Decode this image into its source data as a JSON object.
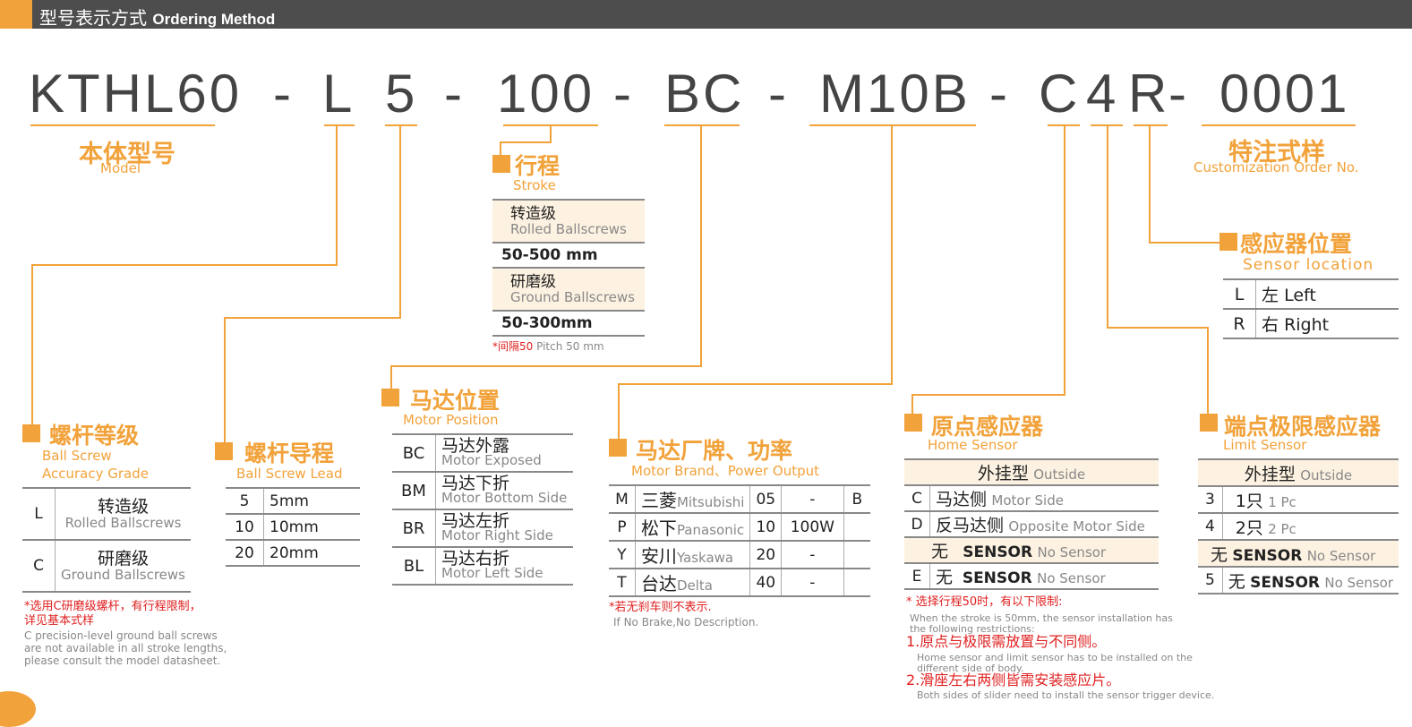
{
  "header": {
    "title_cn": "型号表示方式",
    "title_en": "Ordering Method"
  },
  "code": {
    "model": "KTHL60",
    "d1": "-",
    "grade": "L",
    "lead": "5",
    "d2": "-",
    "stroke": "100",
    "d3": "-",
    "pos": "BC",
    "d4": "-",
    "motor": "M10B",
    "d5": "-",
    "home": "C",
    "limit": "4",
    "sensor": "R",
    "d6": "-",
    "custom": "0001"
  },
  "model": {
    "cn": "本体型号",
    "en": "Model"
  },
  "custom": {
    "cn": "特注式样",
    "en": "Customization Order No."
  },
  "stroke": {
    "cn": "行程",
    "en": "Stroke",
    "rows": [
      {
        "cn": "转造级",
        "en": "Rolled Ballscrews"
      },
      {
        "val": "50-500 mm"
      },
      {
        "cn": "研磨级",
        "en": "Ground Ballscrews"
      },
      {
        "val": "50-300mm"
      }
    ],
    "note_red": "*间隔50",
    "note_en": "Pitch 50 mm"
  },
  "sensorloc": {
    "cn": "感应器位置",
    "en": "Sensor location",
    "rows": [
      {
        "code": "L",
        "cn": "左",
        "en": "Left"
      },
      {
        "code": "R",
        "cn": "右",
        "en": "Right"
      }
    ]
  },
  "grade": {
    "cn": "螺杆等级",
    "en1": "Ball Screw",
    "en2": "Accuracy Grade",
    "rows": [
      {
        "code": "L",
        "cn": "转造级",
        "en": "Rolled Ballscrews"
      },
      {
        "code": "C",
        "cn": "研磨级",
        "en": "Ground Ballscrews"
      }
    ],
    "note_red1": "*选用C研磨级螺杆，有行程限制，",
    "note_red2": "详见基本式样",
    "note1": "C precision-level ground ball screws",
    "note2": "are not available in all stroke lengths,",
    "note3": "please consult the model datasheet."
  },
  "lead": {
    "cn": "螺杆导程",
    "en": "Ball Screw Lead",
    "rows": [
      {
        "code": "5",
        "val": "5mm"
      },
      {
        "code": "10",
        "val": "10mm"
      },
      {
        "code": "20",
        "val": "20mm"
      }
    ]
  },
  "pos": {
    "cn": "马达位置",
    "en": "Motor Position",
    "rows": [
      {
        "code": "BC",
        "cn": "马达外露",
        "en": "Motor Exposed"
      },
      {
        "code": "BM",
        "cn": "马达下折",
        "en": "Motor Bottom Side"
      },
      {
        "code": "BR",
        "cn": "马达左折",
        "en": "Motor Right Side"
      },
      {
        "code": "BL",
        "cn": "马达右折",
        "en": "Motor Left Side"
      }
    ]
  },
  "motor": {
    "cn": "马达厂牌、功率",
    "en": "Motor Brand、Power Output",
    "rows": [
      {
        "code": "M",
        "cn": "三菱",
        "en": "Mitsubishi",
        "p": "05",
        "w": "-",
        "b": "B"
      },
      {
        "code": "P",
        "cn": "松下",
        "en": "Panasonic",
        "p": "10",
        "w": "100W",
        "b": ""
      },
      {
        "code": "Y",
        "cn": "安川",
        "en": "Yaskawa",
        "p": "20",
        "w": "-",
        "b": ""
      },
      {
        "code": "T",
        "cn": "台达",
        "en": "Delta",
        "p": "40",
        "w": "-",
        "b": ""
      }
    ],
    "note_red": "*若无刹车则不表示.",
    "note_en": "If No Brake,No Description."
  },
  "home": {
    "cn": "原点感应器",
    "en": "Home Sensor",
    "head_cn": "外挂型",
    "head_en": "Outside",
    "rows": [
      {
        "code": "C",
        "cn": "马达侧",
        "en": "Motor Side"
      },
      {
        "code": "D",
        "cn": "反马达侧",
        "en": "Opposite Motor Side"
      },
      {
        "code": "",
        "cn": "无",
        "s": "SENSOR",
        "en": "No Sensor"
      },
      {
        "code": "E",
        "cn": "无",
        "s": "SENSOR",
        "en": "No Sensor"
      }
    ],
    "n0": "* 选择行程50时，有以下限制:",
    "n1": "When the stroke is 50mm, the sensor installation has",
    "n2": "the following restrictions:",
    "n3": "1.原点与极限需放置与不同侧。",
    "n4": "Home sensor and limit sensor has to be installed on the",
    "n5": "different side of body.",
    "n6": "2.滑座左右两侧皆需安装感应片。",
    "n7": "Both sides of slider need to install the sensor trigger device."
  },
  "limit": {
    "cn": "端点极限感应器",
    "en": "Limit Sensor",
    "head_cn": "外挂型",
    "head_en": "Outside",
    "rows": [
      {
        "code": "3",
        "cn": "1只",
        "en": "1 Pc"
      },
      {
        "code": "4",
        "cn": "2只",
        "en": "2 Pc"
      },
      {
        "code": "",
        "cn": "无",
        "s": "SENSOR",
        "en": "No Sensor"
      },
      {
        "code": "5",
        "cn": "无",
        "s": "SENSOR",
        "en": "No Sensor"
      }
    ]
  }
}
